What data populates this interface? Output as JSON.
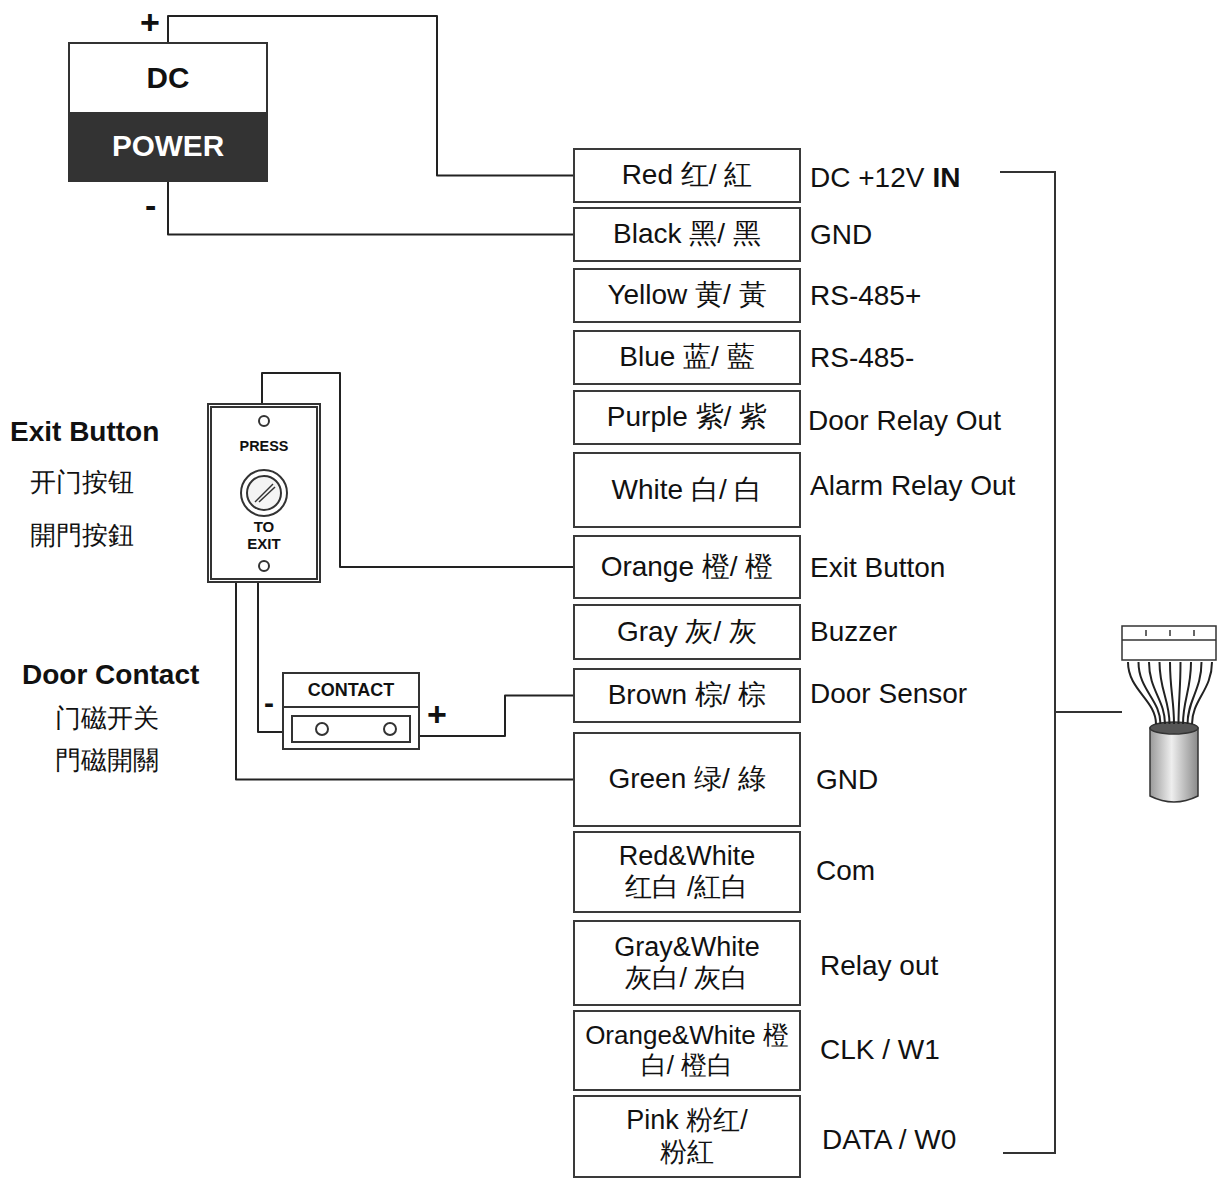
{
  "diagram": {
    "nodes": [
      {
        "text": [
          "DC",
          "POWER"
        ]
      },
      {
        "text": [
          "PRESS",
          "TO EXIT"
        ]
      },
      {
        "text": [
          "CONTACT"
        ]
      },
      {
        "text": [
          "Red 红/ 紅"
        ]
      },
      {
        "text": [
          "Black 黑/ 黑"
        ]
      },
      {
        "text": [
          "Yellow 黄/ 黃"
        ]
      },
      {
        "text": [
          "Blue 蓝/ 藍"
        ]
      },
      {
        "text": [
          "Purple 紫/ 紫"
        ]
      },
      {
        "text": [
          "White 白/ 白"
        ]
      },
      {
        "text": [
          "Orange 橙/ 橙"
        ]
      },
      {
        "text": [
          "Gray 灰/ 灰"
        ]
      },
      {
        "text": [
          "Brown 棕/ 棕"
        ]
      },
      {
        "text": [
          "Green 绿/ 綠"
        ]
      },
      {
        "text": [
          "Red&White 红白 /紅白"
        ]
      },
      {
        "text": [
          "Gray&White 灰白/ 灰白"
        ]
      },
      {
        "text": [
          "Orange&White 橙白/ 橙白"
        ]
      },
      {
        "text": [
          "Pink 粉红/粉紅"
        ]
      }
    ],
    "edges": [
      {
        "from": 0,
        "to": 3,
        "arrow": "none"
      },
      {
        "from": 0,
        "to": 4,
        "arrow": "none"
      },
      {
        "from": 1,
        "to": 9,
        "arrow": "none"
      },
      {
        "from": 1,
        "to": 2,
        "arrow": "none"
      },
      {
        "from": 2,
        "to": 11,
        "arrow": "none"
      },
      {
        "from": 1,
        "to": 12,
        "arrow": "none"
      }
    ],
    "labels": [
      "+",
      "-",
      "DC +12V",
      "IN",
      "GND",
      "RS-485+",
      "RS-485-",
      "Door Relay Out",
      "Alarm Relay Out",
      "Exit Button",
      "Buzzer",
      "Door Sensor",
      "GND",
      "Com",
      "Relay out",
      "CLK / W1",
      "DATA / W0",
      "Exit Button",
      "开门按钮",
      "開門按鈕",
      "Door Contact",
      "门磁开关",
      "門磁開關",
      "-",
      "+"
    ]
  }
}
